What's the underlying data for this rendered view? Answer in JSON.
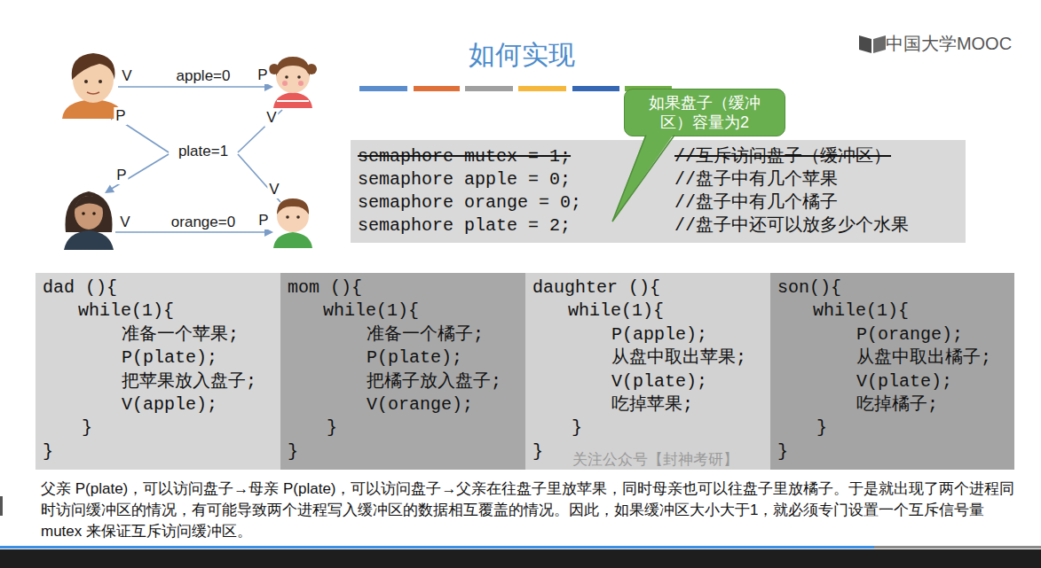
{
  "diagram": {
    "title": "如何实现",
    "caption": "父亲 P(plate)，可以访问盘子→母亲 P(plate)，可以访问盘子→父亲在往盘子里放苹果，同时母亲也可以往盘子里放橘子。于是就出现了两个进程同时访问缓冲区的情况，有可能导致两个进程写入缓冲区的数据相互覆盖的情况。因此，如果缓冲区大小大于1，就必须专门设置一个互斥信号量 mutex 来保证互斥访问缓冲区。",
    "nodes": [
      {
        "text": [
          "semaphore mutex = 1;",
          "//互斥访问盘子（缓冲区）",
          "semaphore apple = 0;",
          "//盘子中有几个苹果",
          "semaphore orange = 0;",
          "//盘子中有几个橘子",
          "semaphore plate = 2;",
          "//盘子中还可以放多少个水果"
        ]
      },
      {
        "text": [
          "如果盘子（缓冲区）容量为2"
        ]
      },
      {
        "text": [
          "dad (){",
          "while(1){",
          "准备一个苹果;",
          "P(plate);",
          "把苹果放入盘子;",
          "V(apple);",
          "}",
          "}"
        ]
      },
      {
        "text": [
          "mom (){",
          "while(1){",
          "准备一个橘子;",
          "P(plate);",
          "把橘子放入盘子;",
          "V(orange);",
          "}",
          "}"
        ]
      },
      {
        "text": [
          "daughter (){",
          "while(1){",
          "P(apple);",
          "从盘中取出苹果;",
          "V(plate);",
          "吃掉苹果;",
          "}",
          "}"
        ]
      },
      {
        "text": [
          "son(){",
          "while(1){",
          "P(orange);",
          "从盘中取出橘子;",
          "V(plate);",
          "吃掉橘子;",
          "}",
          "}"
        ]
      }
    ],
    "labels": [
      "V",
      "apple=0",
      "P",
      "P",
      "V",
      "plate=1",
      "P",
      "V",
      "V",
      "orange=0",
      "P",
      "中国大学MOOC",
      "关注公众号【封神考研】"
    ]
  }
}
